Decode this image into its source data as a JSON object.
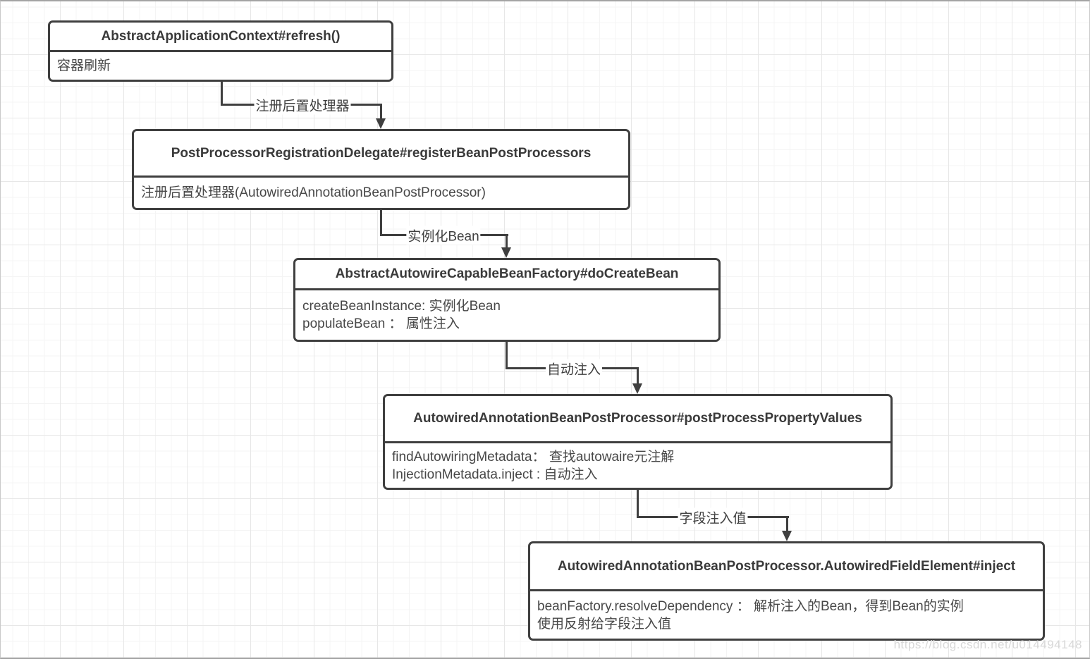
{
  "diagram": {
    "title": "Spring AutowiredAnnotationBeanPostProcessor injection call flow",
    "colors": {
      "stroke": "#3f3f3f",
      "title_text": "#3a3a3a",
      "body_text": "#474747",
      "grid_minor": "#f4f4f4",
      "grid_major": "#e7e7e7",
      "watermark": "#d8d8d8"
    },
    "nodes": [
      {
        "title": "AbstractApplicationContext#refresh()",
        "body": [
          "容器刷新"
        ]
      },
      {
        "title": "PostProcessorRegistrationDelegate#registerBeanPostProcessors",
        "body": [
          "注册后置处理器(AutowiredAnnotationBeanPostProcessor)"
        ]
      },
      {
        "title": "AbstractAutowireCapableBeanFactory#doCreateBean",
        "body": [
          "createBeanInstance: 实例化Bean",
          "populateBean ： 属性注入"
        ]
      },
      {
        "title": "AutowiredAnnotationBeanPostProcessor#postProcessPropertyValues",
        "body": [
          "findAutowiringMetadata： 查找autowaire元注解",
          "InjectionMetadata.inject : 自动注入"
        ]
      },
      {
        "title": "AutowiredAnnotationBeanPostProcessor.AutowiredFieldElement#inject",
        "body": [
          "beanFactory.resolveDependency ： 解析注入的Bean，得到Bean的实例",
          "使用反射给字段注入值"
        ]
      }
    ],
    "edges": [
      {
        "label": "注册后置处理器"
      },
      {
        "label": "实例化Bean"
      },
      {
        "label": "自动注入"
      },
      {
        "label": "字段注入值"
      }
    ],
    "watermark": "https://blog.csdn.net/u014494148"
  }
}
